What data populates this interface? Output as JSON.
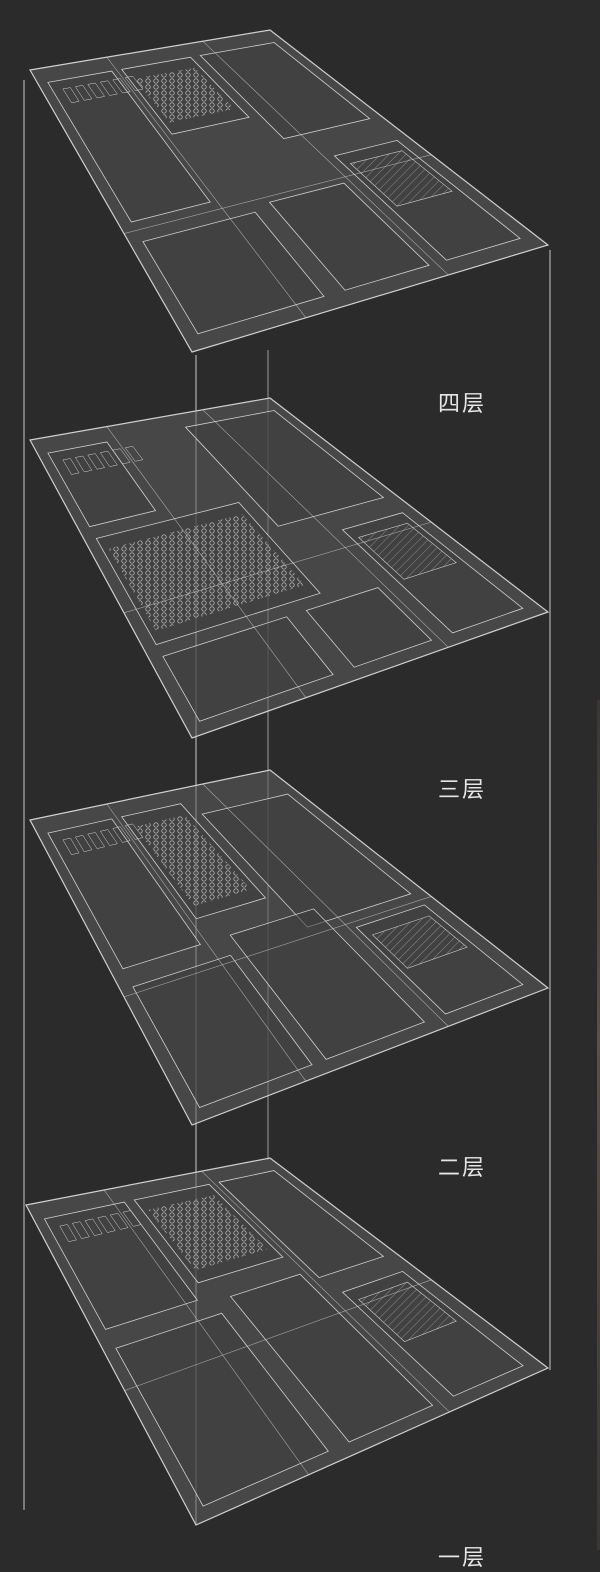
{
  "floors": [
    {
      "id": "f4",
      "label": "四层"
    },
    {
      "id": "f3",
      "label": "三层"
    },
    {
      "id": "f2",
      "label": "二层"
    },
    {
      "id": "f1",
      "label": "一层"
    }
  ],
  "colors": {
    "background": "#2b2b2b",
    "plate_fill": "#5e5e5e",
    "room_fill": "#3c3c3c",
    "line": "#d0d0d0",
    "label_text": "#e6e6e6"
  }
}
